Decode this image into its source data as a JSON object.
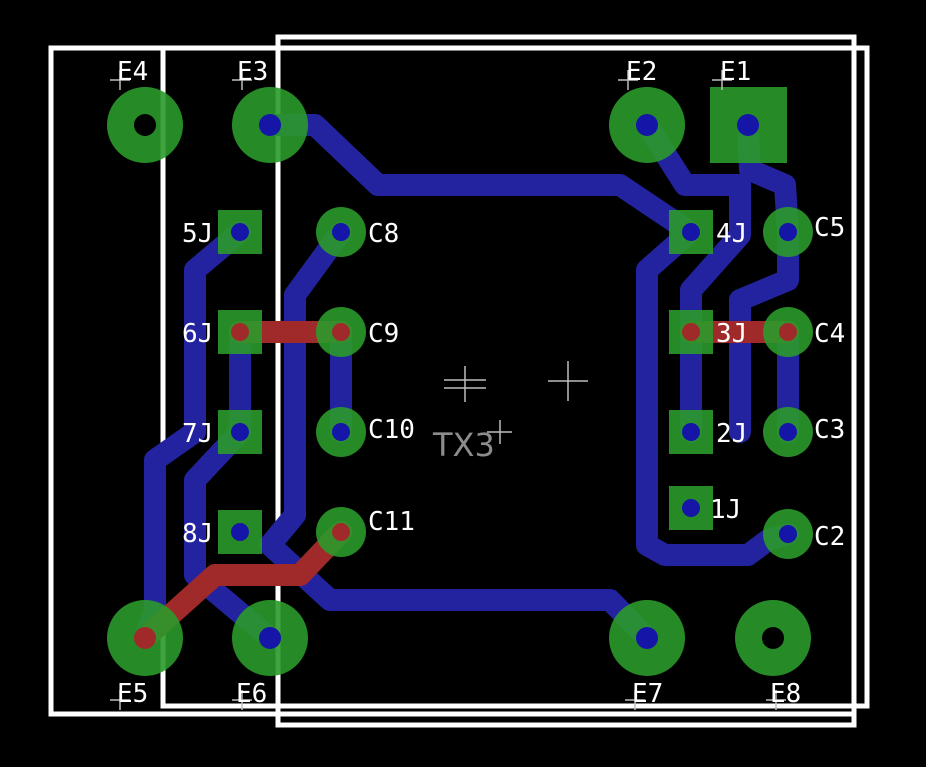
{
  "app": {
    "title": ""
  },
  "colors": {
    "background": "#000000",
    "outline": "#ffffff",
    "pad": "#2a9a2a",
    "drill": "#1515a8",
    "top_trace": "#a02a2a",
    "bottom_trace": "#2323a0",
    "part_label": "#8c8c8c"
  },
  "part_name": "TX3",
  "labels": {
    "E1": "E1",
    "E2": "E2",
    "E3": "E3",
    "E4": "E4",
    "E5": "E5",
    "E6": "E6",
    "E7": "E7",
    "E8": "E8",
    "C2": "C2",
    "C3": "C3",
    "C4": "C4",
    "C5": "C5",
    "C8": "C8",
    "C9": "C9",
    "C10": "C10",
    "C11": "C11",
    "J1": "1J",
    "J2": "2J",
    "J3": "3J",
    "J4": "4J",
    "J5": "5J",
    "J6": "6J",
    "J7": "7J",
    "J8": "8J"
  }
}
